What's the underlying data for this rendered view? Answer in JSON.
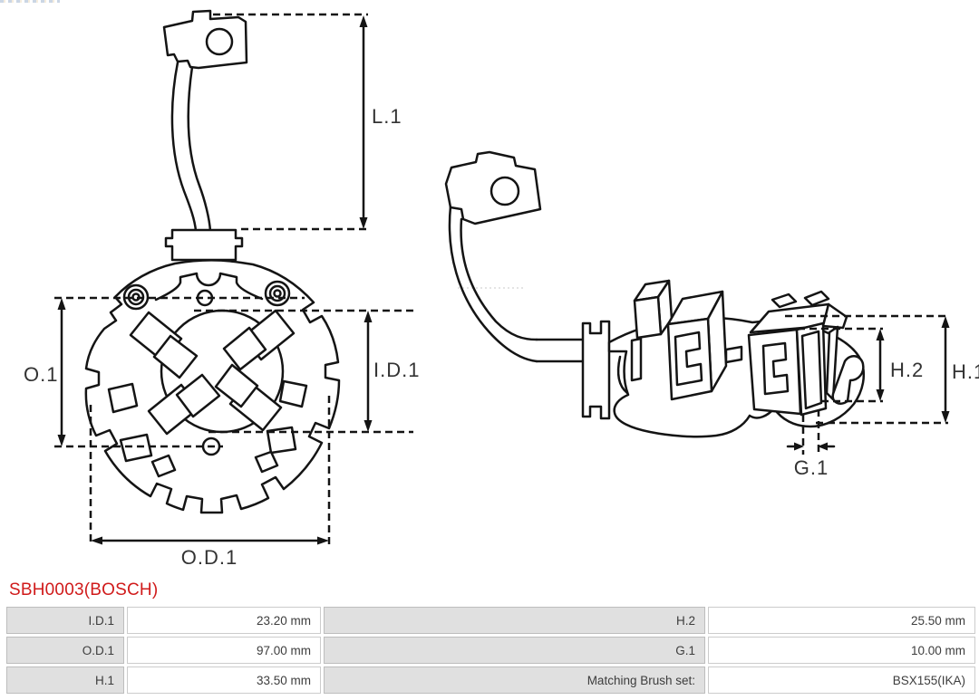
{
  "title": {
    "part_number": "SBH0003(BOSCH)",
    "color": "#d01a1a"
  },
  "diagram": {
    "line_color": "#141414",
    "labels": {
      "l1": "L.1",
      "o1": "O.1",
      "id1": "I.D.1",
      "od1": "O.D.1",
      "h2": "H.2",
      "h1": "H.1",
      "g1": "G.1"
    }
  },
  "table": {
    "label_bg": "#e0e0e0",
    "value_bg": "#ffffff",
    "border_color": "#bdbdbd",
    "rows": [
      {
        "left_label": "I.D.1",
        "left_value": "23.20 mm",
        "right_label": "H.2",
        "right_value": "25.50 mm"
      },
      {
        "left_label": "O.D.1",
        "left_value": "97.00 mm",
        "right_label": "G.1",
        "right_value": "10.00 mm"
      },
      {
        "left_label": "H.1",
        "left_value": "33.50 mm",
        "right_label": "Matching Brush set:",
        "right_value": "BSX155(IKA)"
      }
    ]
  }
}
